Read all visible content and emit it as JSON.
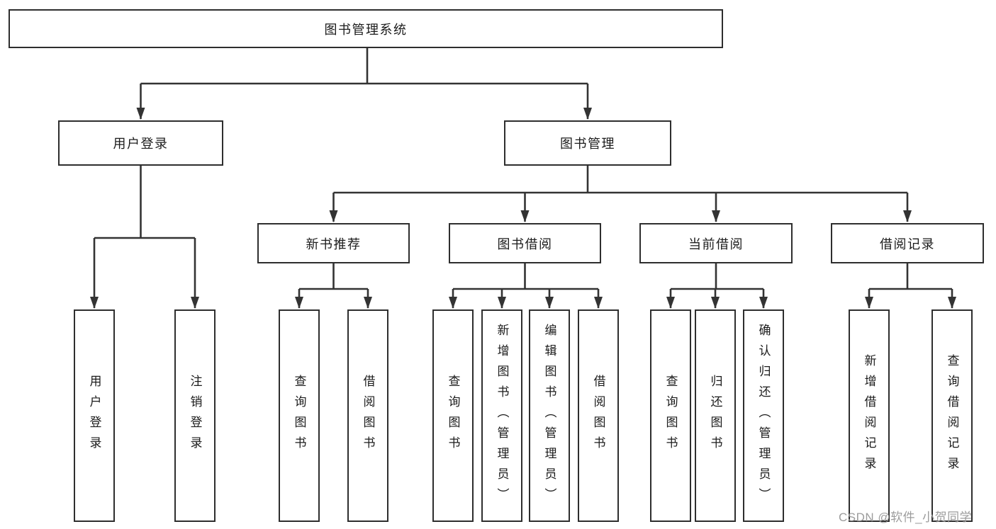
{
  "colors": {
    "background": "#ffffff",
    "line": "#333333",
    "box_border": "#2e2e2e",
    "box_background": "#ffffff",
    "text": "#1b1b1b",
    "watermark": "#9c9c9c"
  },
  "root": {
    "label": "图书管理系统"
  },
  "level2": {
    "user_login": {
      "label": "用户登录"
    },
    "book_mgmt": {
      "label": "图书管理"
    }
  },
  "level3": {
    "new_book": {
      "label": "新书推荐"
    },
    "book_borrow": {
      "label": "图书借阅"
    },
    "current_borrow": {
      "label": "当前借阅"
    },
    "borrow_records": {
      "label": "借阅记录"
    }
  },
  "leaves": {
    "user_login": {
      "login": {
        "label": "用户登录"
      },
      "logout": {
        "label": "注销登录"
      }
    },
    "new_book": {
      "query": {
        "label": "查询图书"
      },
      "borrow": {
        "label": "借阅图书"
      }
    },
    "book_borrow": {
      "query": {
        "label": "查询图书"
      },
      "add": {
        "label": "新增图书（管理员）"
      },
      "edit": {
        "label": "编辑图书（管理员）"
      },
      "borrow": {
        "label": "借阅图书"
      }
    },
    "current_borrow": {
      "query": {
        "label": "查询图书"
      },
      "return": {
        "label": "归还图书"
      },
      "confirm": {
        "label": "确认归还（管理员）"
      }
    },
    "borrow_records": {
      "add": {
        "label": "新增借阅记录"
      },
      "query": {
        "label": "查询借阅记录"
      }
    }
  },
  "watermark": {
    "text": "CSDN @软件_小贺同学"
  }
}
